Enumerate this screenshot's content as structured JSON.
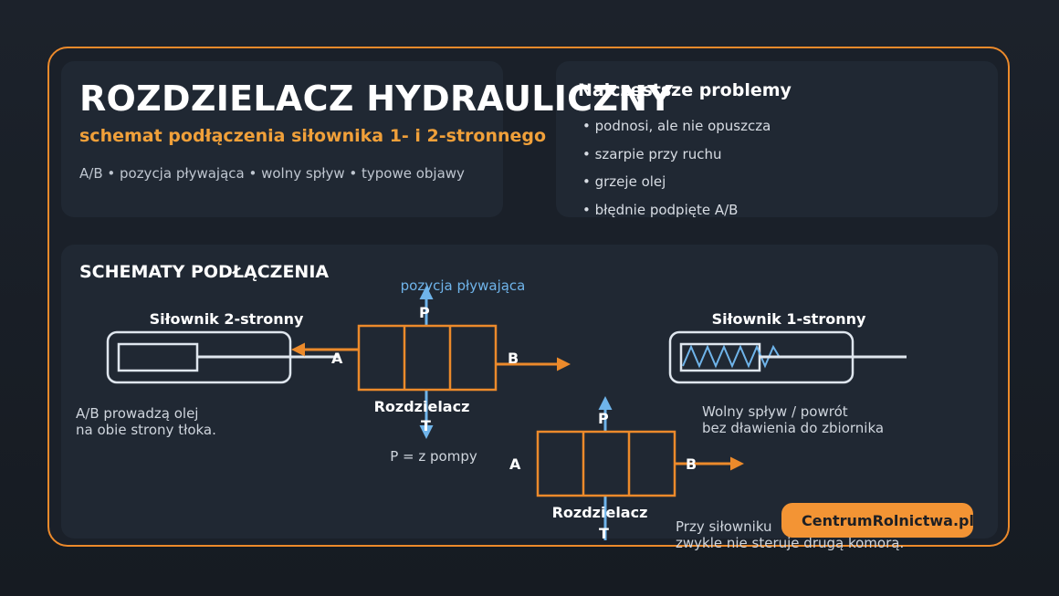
{
  "header": {
    "title": "ROZDZIELACZ HYDRAULICZNY",
    "subtitle": "schemat podłączenia siłownika 1- i 2-stronnego",
    "tags": "A/B • pozycja pływająca • wolny spływ • typowe objawy"
  },
  "problems": {
    "title": "Najczęstsze problemy",
    "items": [
      "• podnosi, ale nie opuszcza",
      "• szarpie przy ruchu",
      "• grzeje olej",
      "• błędnie podpięte A/B"
    ]
  },
  "schematics": {
    "title": "SCHEMATY PODŁĄCZENIA",
    "floating_label": "pozycja pływająca",
    "double_acting": {
      "title": "Siłownik 2-stronny",
      "note_line1": "A/B prowadzą olej",
      "note_line2": "na obie strony tłoka."
    },
    "valve1": {
      "label": "Rozdzielacz",
      "port_p": "P",
      "port_t": "T",
      "port_a": "A",
      "port_b": "B",
      "note": "P = z pompy"
    },
    "single_acting": {
      "title": "Siłownik 1-stronny",
      "note_line1": "Wolny spływ / powrót",
      "note_line2": "bez dławienia do zbiornika"
    },
    "valve2": {
      "label": "Rozdzielacz",
      "port_p": "P",
      "port_t": "T",
      "port_a": "A",
      "port_b": "B",
      "note_line1": "Przy siłowniku",
      "note_line2": "zwykle nie steruje drugą komorą."
    }
  },
  "brand": {
    "name": "CentrumRolnictwa.pl"
  },
  "colors": {
    "accent": "#ec8a2b",
    "flow": "#6fb4ea",
    "line": "#dfe6ee",
    "background": "#1a2029"
  }
}
